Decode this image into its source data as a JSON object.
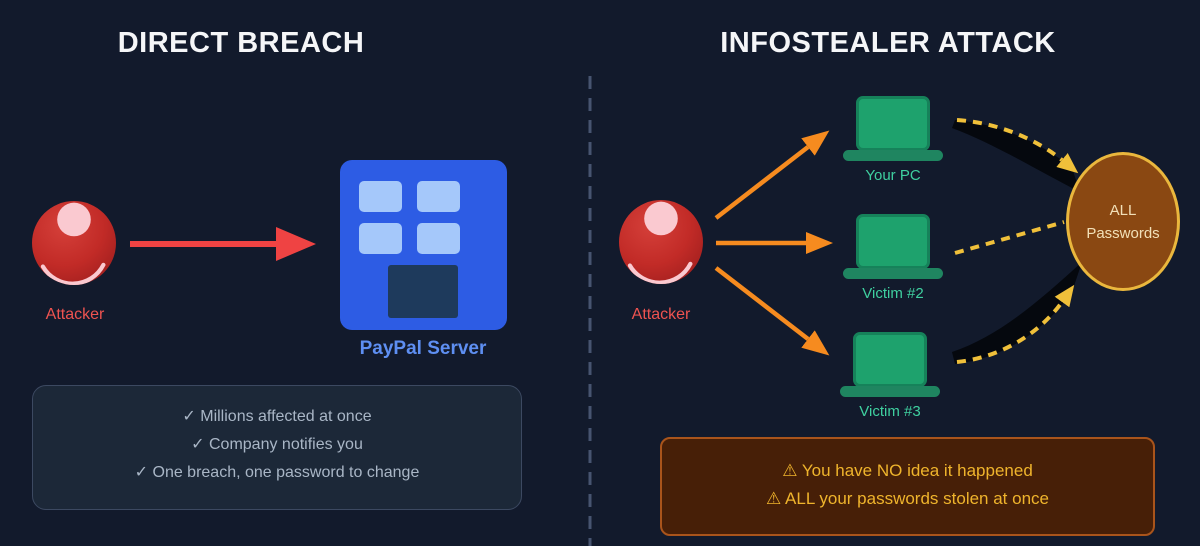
{
  "left": {
    "title": "DIRECT BREACH",
    "attacker_label": "Attacker",
    "server_label": "PayPal Server",
    "points": [
      "✓ Millions affected at once",
      "✓ Company notifies you",
      "✓ One breach, one password to change"
    ]
  },
  "right": {
    "title": "INFOSTEALER ATTACK",
    "attacker_label": "Attacker",
    "victim_labels": [
      "Your PC",
      "Victim #2",
      "Victim #3"
    ],
    "ellipse": {
      "line1": "ALL",
      "line2": "Passwords"
    },
    "warnings": [
      "⚠ You have NO idea it happened",
      "⚠ ALL your passwords stolen at once"
    ]
  },
  "colors": {
    "background": "#121a2c",
    "title_text": "#f5f6f8",
    "attacker_red": "#c22b27",
    "attacker_skin": "#fac9d0",
    "attacker_label": "#ee5350",
    "red_arrow": "#ef4343",
    "orange_arrow": "#f68b1f",
    "building_blue": "#2d5ce4",
    "building_window": "#a5c8fa",
    "building_door": "#1e3a5c",
    "server_label": "#5e8ff2",
    "laptop_green": "#1ea26d",
    "victim_label": "#3fd0a0",
    "dashed_yellow": "#f0c03a",
    "swoosh_black": "#05080e",
    "ellipse_fill": "#8a4812",
    "ellipse_border": "#eab73d",
    "ellipse_text": "#f2e0b8",
    "warning_bg": "#471f07",
    "warning_border": "#a9541b",
    "warning_text": "#efb42c",
    "info_box_bg": "#1c2838",
    "info_box_border": "#3c4961",
    "info_text": "#a9b6c6",
    "divider": "#475470"
  }
}
